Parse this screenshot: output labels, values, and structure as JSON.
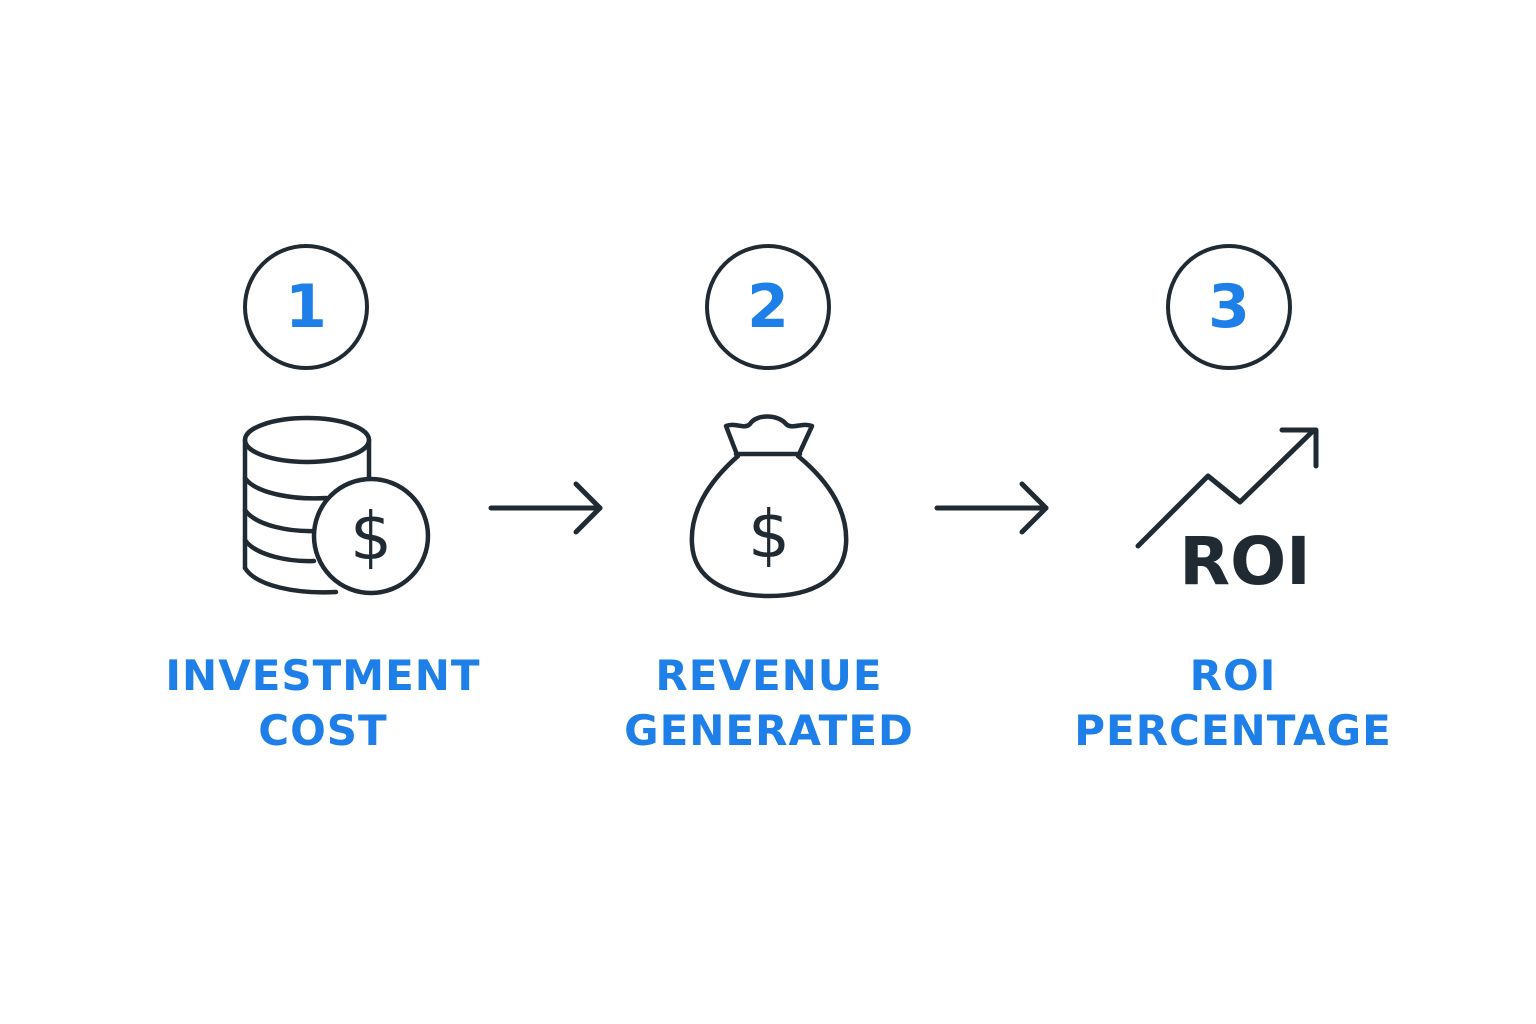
{
  "steps": [
    {
      "number": "1",
      "icon": "coins-dollar-icon",
      "label_line1": "INVESTMENT",
      "label_line2": "COST"
    },
    {
      "number": "2",
      "icon": "money-bag-icon",
      "label_line1": "REVENUE",
      "label_line2": "GENERATED"
    },
    {
      "number": "3",
      "icon": "roi-trend-icon",
      "icon_text": "ROI",
      "label_line1": "ROI",
      "label_line2": "PERCENTAGE"
    }
  ],
  "colors": {
    "accent": "#1e7fe8",
    "stroke": "#1f2a33",
    "background": "#ffffff"
  }
}
